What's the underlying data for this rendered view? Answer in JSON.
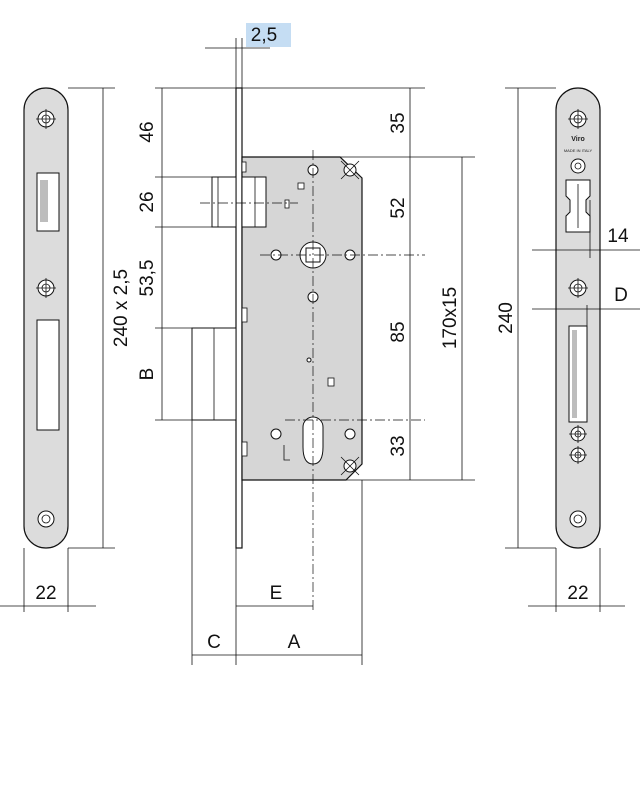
{
  "dimensions": {
    "front_thickness": "2,5",
    "front_plate_size": "240 x 2,5",
    "front_plate_width": "22",
    "top_to_latch": "46",
    "latch_height": "26",
    "latch_to_bolt": "53,5",
    "bolt_height": "B",
    "top_to_body": "35",
    "body_upper": "52",
    "spindle_to_cylinder": "85",
    "body_lower": "33",
    "body_size": "170x15",
    "strike_length": "240",
    "strike_depth_1": "14",
    "strike_depth_2": "D",
    "strike_width": "22",
    "backset_e": "E",
    "backset_a": "A",
    "projection_c": "C"
  },
  "strike": {
    "brand": "Viro",
    "marking": "MADE IN ITALY"
  },
  "colors": {
    "metal": "#d6d6d6",
    "highlight": "#c5ddf3",
    "line": "#111111"
  }
}
